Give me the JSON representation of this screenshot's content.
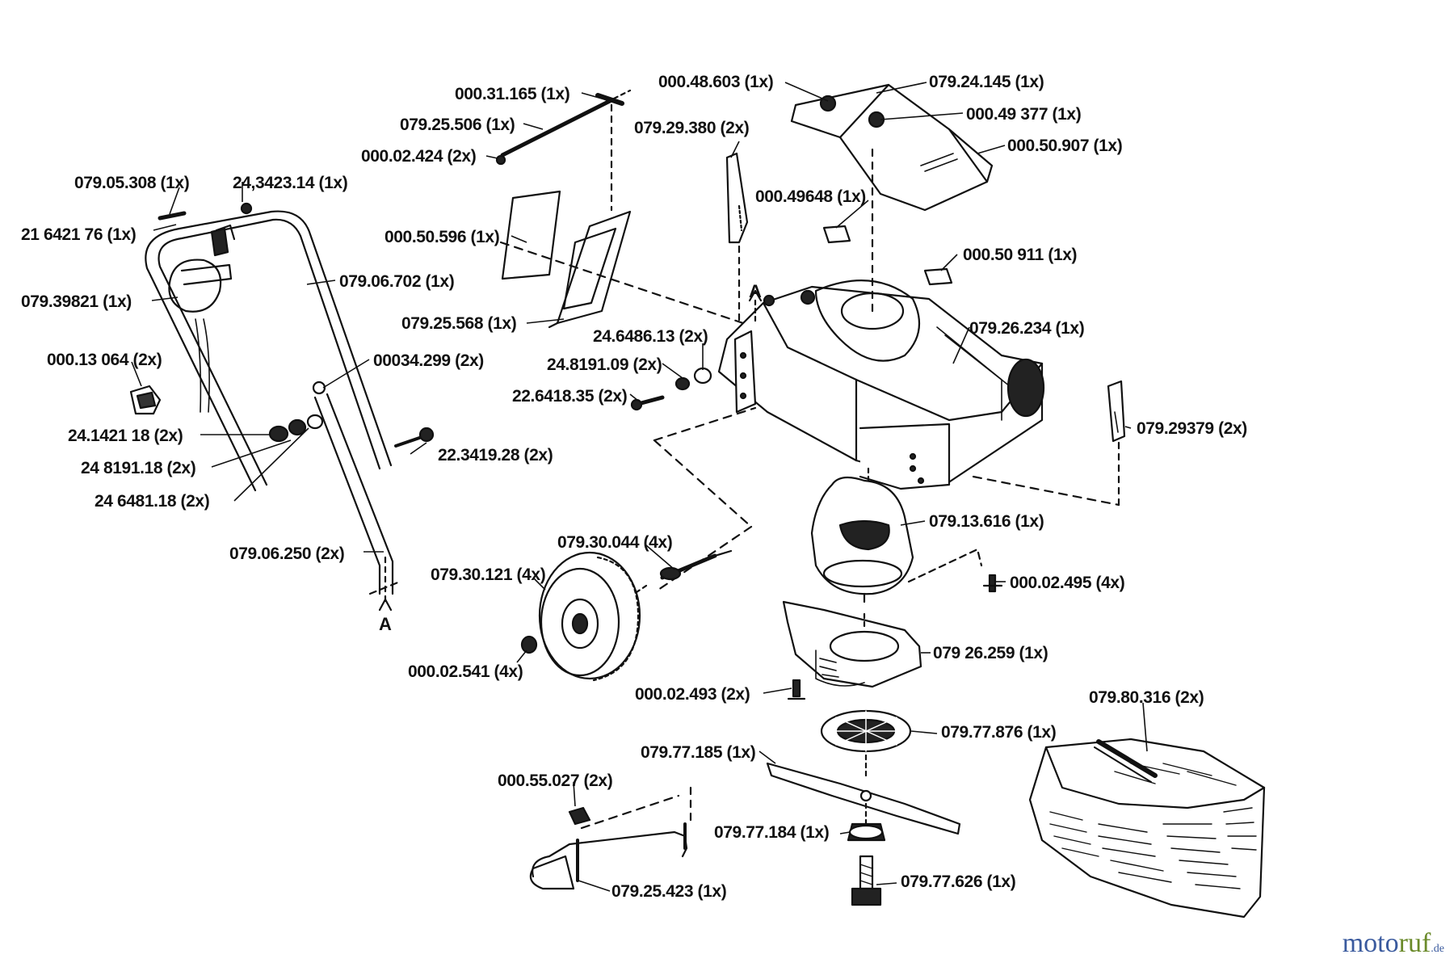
{
  "logo": {
    "main": "moto",
    "accent": "ruf",
    "suffix": ".de",
    "color_main": "#3a5a9e",
    "color_accent": "#6a8a2a"
  },
  "section_marker": "A",
  "parts": [
    {
      "id": "p01",
      "label": "000.31.165 (1x)"
    },
    {
      "id": "p02",
      "label": "079.25.506 (1x)"
    },
    {
      "id": "p03",
      "label": "000.02.424 (2x)"
    },
    {
      "id": "p04",
      "label": "000.48.603 (1x)"
    },
    {
      "id": "p05",
      "label": "079.24.145 (1x)"
    },
    {
      "id": "p06",
      "label": "000.49 377 (1x)"
    },
    {
      "id": "p07",
      "label": "000.50.907 (1x)"
    },
    {
      "id": "p08",
      "label": "079.29.380 (2x)"
    },
    {
      "id": "p09",
      "label": "079.05.308 (1x)"
    },
    {
      "id": "p10",
      "label": "24,3423.14 (1x)"
    },
    {
      "id": "p11",
      "label": "21 6421 76 (1x)"
    },
    {
      "id": "p12",
      "label": "000.50.596 (1x)"
    },
    {
      "id": "p13",
      "label": "000.49648 (1x)"
    },
    {
      "id": "p14",
      "label": "000.50 911 (1x)"
    },
    {
      "id": "p15",
      "label": "079.06.702 (1x)"
    },
    {
      "id": "p16",
      "label": "079.39821 (1x)"
    },
    {
      "id": "p17",
      "label": "079.25.568 (1x)"
    },
    {
      "id": "p18",
      "label": "24.6486.13 (2x)"
    },
    {
      "id": "p19",
      "label": "079.26.234 (1x)"
    },
    {
      "id": "p20",
      "label": "000.13 064 (2x)"
    },
    {
      "id": "p21",
      "label": "00034.299 (2x)"
    },
    {
      "id": "p22",
      "label": "24.8191.09 (2x)"
    },
    {
      "id": "p23",
      "label": "22.6418.35 (2x)"
    },
    {
      "id": "p24",
      "label": "079.29379 (2x)"
    },
    {
      "id": "p25",
      "label": "24.1421 18 (2x)"
    },
    {
      "id": "p26",
      "label": "24 8191.18 (2x)"
    },
    {
      "id": "p27",
      "label": "22.3419.28 (2x)"
    },
    {
      "id": "p28",
      "label": "24 6481.18 (2x)"
    },
    {
      "id": "p29",
      "label": "079.13.616 (1x)"
    },
    {
      "id": "p30",
      "label": "079.30.044 (4x)"
    },
    {
      "id": "p31",
      "label": "079.06.250 (2x)"
    },
    {
      "id": "p32",
      "label": "079.30.121 (4x)"
    },
    {
      "id": "p33",
      "label": "000.02.495 (4x)"
    },
    {
      "id": "p34",
      "label": "079 26.259 (1x)"
    },
    {
      "id": "p35",
      "label": "000.02.541 (4x)"
    },
    {
      "id": "p36",
      "label": "000.02.493 (2x)"
    },
    {
      "id": "p37",
      "label": "079.80.316 (2x)"
    },
    {
      "id": "p38",
      "label": "079.77.876 (1x)"
    },
    {
      "id": "p39",
      "label": "079.77.185 (1x)"
    },
    {
      "id": "p40",
      "label": "000.55.027 (2x)"
    },
    {
      "id": "p41",
      "label": "079.77.184 (1x)"
    },
    {
      "id": "p42",
      "label": "079.25.423 (1x)"
    },
    {
      "id": "p43",
      "label": "079.77.626 (1x)"
    }
  ]
}
